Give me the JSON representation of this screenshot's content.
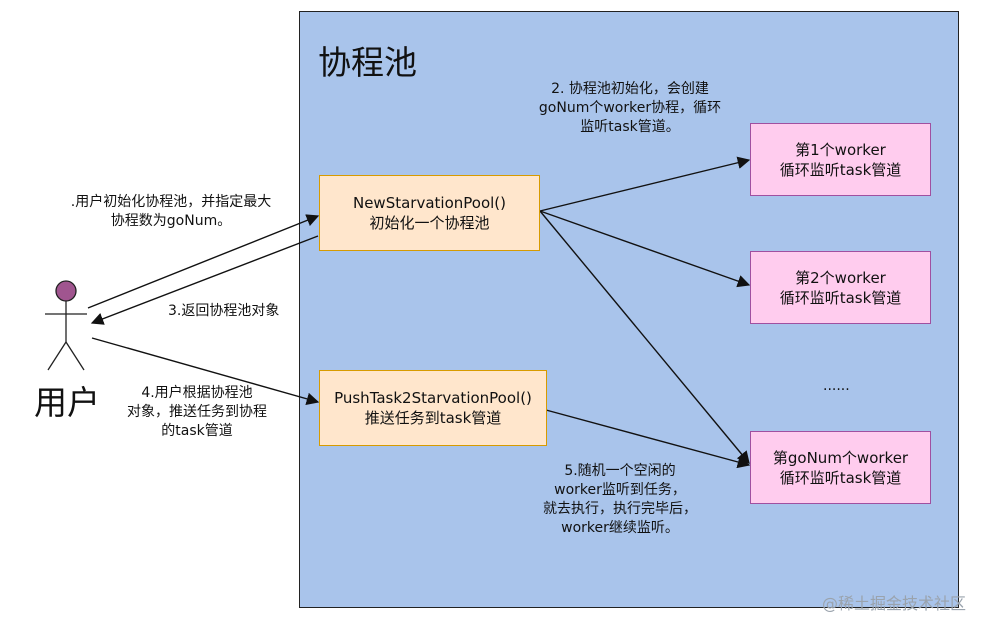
{
  "pool": {
    "title": "协程池"
  },
  "nodes": {
    "new_pool": {
      "line1": "NewStarvationPool()",
      "line2": "初始化一个协程池"
    },
    "push_task": {
      "line1": "PushTask2StarvationPool()",
      "line2": "推送任务到task管道"
    },
    "worker1": {
      "line1": "第1个worker",
      "line2": "循环监听task管道"
    },
    "worker2": {
      "line1": "第2个worker",
      "line2": "循环监听task管道"
    },
    "worker_n": {
      "line1": "第goNum个worker",
      "line2": "循环监听task管道"
    },
    "ellipsis": "......"
  },
  "actor": {
    "label": "用户"
  },
  "notes": {
    "step1": {
      "line1": ".用户初始化协程池，并指定最大",
      "line2": "协程数为goNum。"
    },
    "step2": {
      "line1": "2. 协程池初始化，会创建",
      "line2": "goNum个worker协程，循环",
      "line3": "监听task管道。"
    },
    "step3": "3.返回协程池对象",
    "step4": {
      "line1": "4.用户根据协程池",
      "line2": "对象，推送任务到协程",
      "line3": "的task管道"
    },
    "step5": {
      "line1": "5.随机一个空闲的",
      "line2": "worker监听到任务，",
      "line3": "就去执行，执行完毕后，",
      "line4": "worker继续监听。"
    }
  },
  "watermark": "@稀土掘金技术社区",
  "colors": {
    "pool_fill": "#a9c4eb",
    "orange_fill": "#ffe6cc",
    "pink_fill": "#ffccee",
    "actor_head": "#a0558f"
  }
}
